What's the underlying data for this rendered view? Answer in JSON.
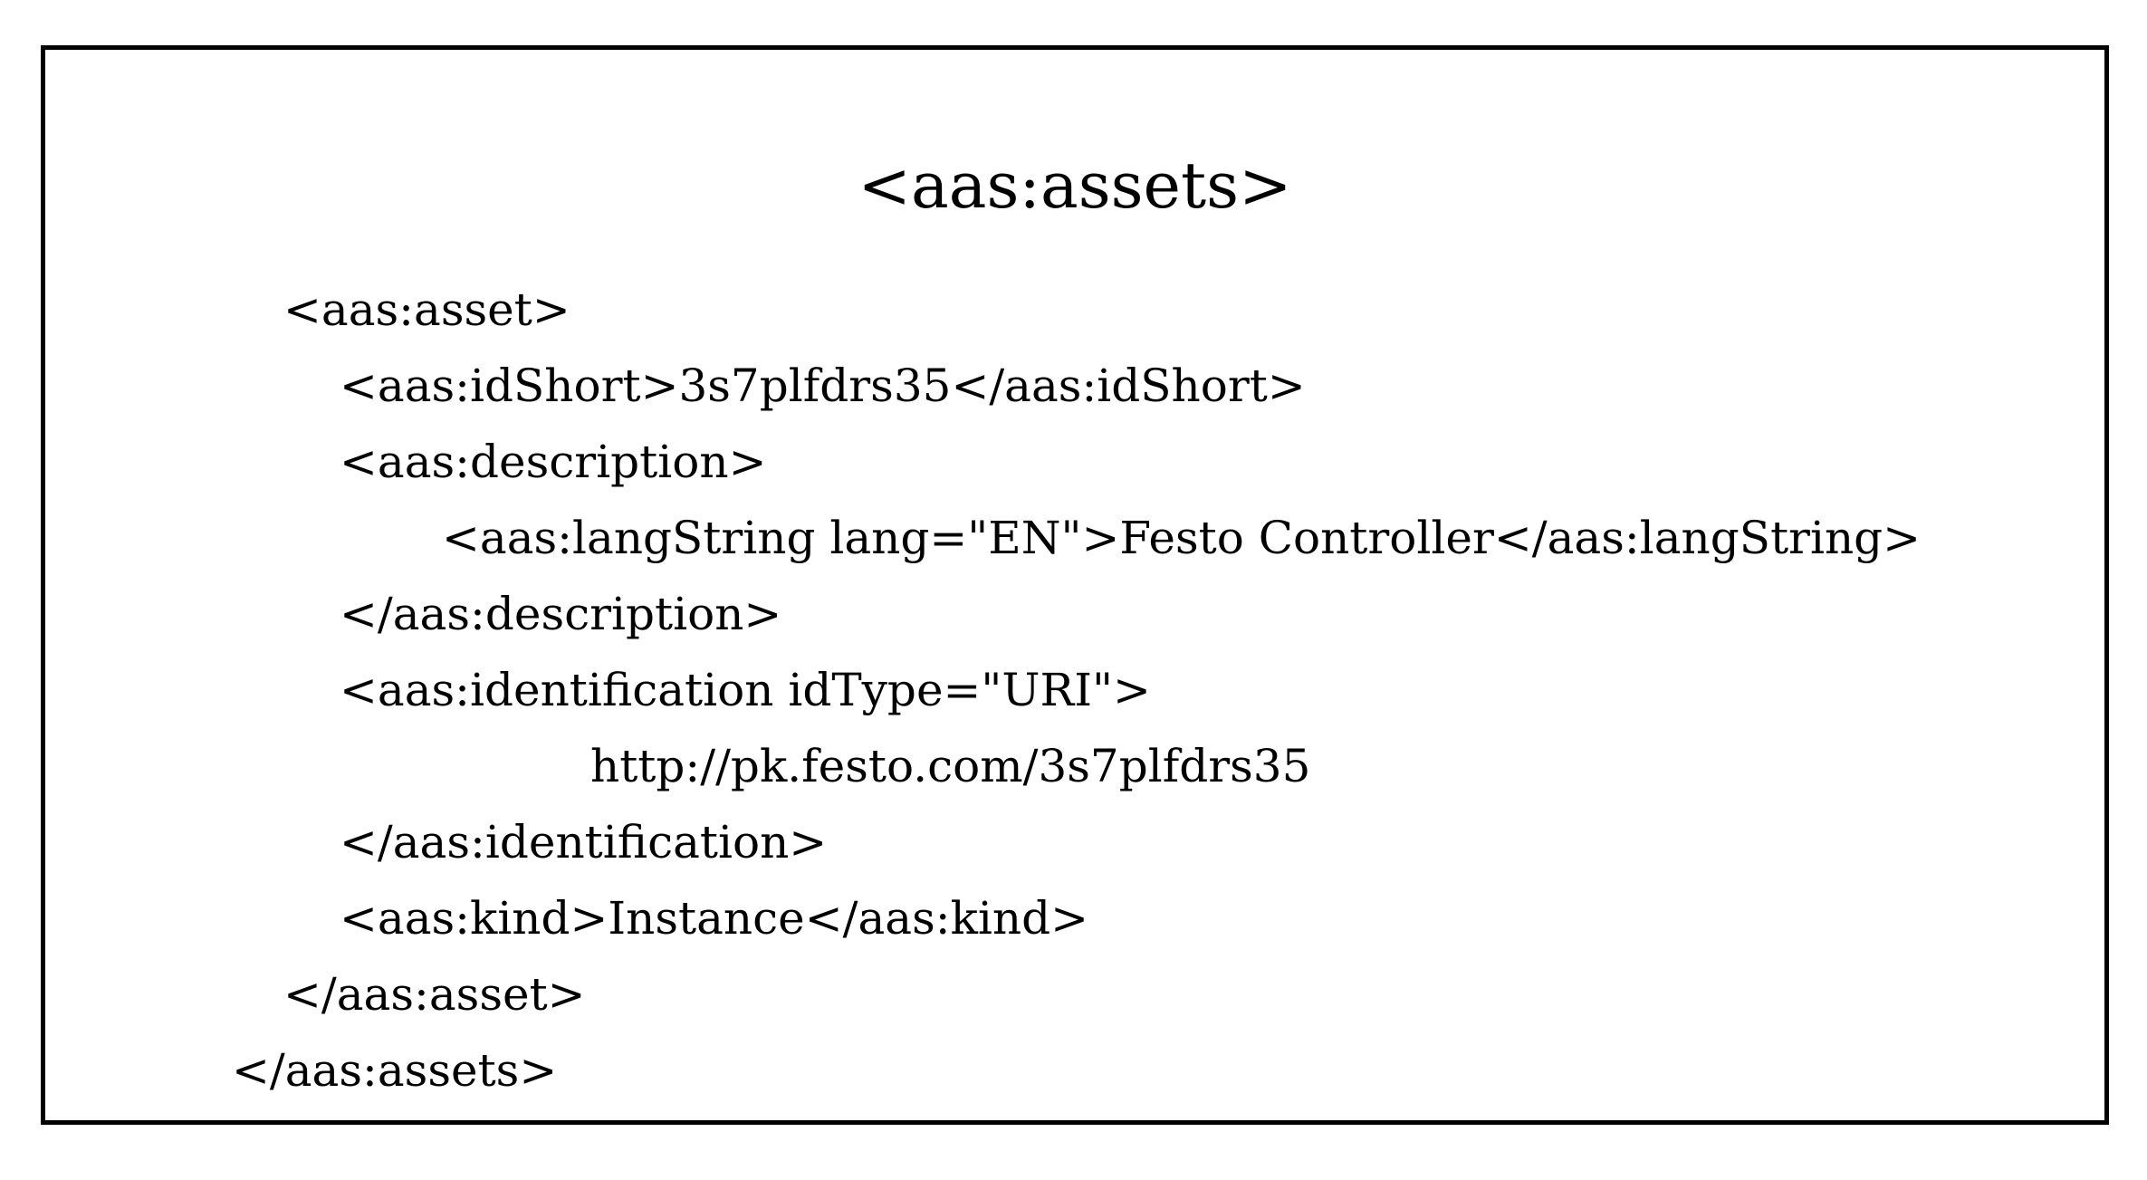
{
  "figure": {
    "title": "<aas:assets>",
    "code_lines": [
      {
        "indent": 1,
        "text": "<aas:asset>"
      },
      {
        "indent": 2,
        "text": "<aas:idShort>3s7plfdrs35</aas:idShort>"
      },
      {
        "indent": 2,
        "text": "<aas:description>"
      },
      {
        "indent": 3,
        "text": "<aas:langString lang=\"EN\">Festo Controller</aas:langString>"
      },
      {
        "indent": 2,
        "text": "</aas:description>"
      },
      {
        "indent": 2,
        "text": "<aas:identification idType=\"URI\">"
      },
      {
        "indent": 4,
        "text": "http://pk.festo.com/3s7plfdrs35"
      },
      {
        "indent": 2,
        "text": "</aas:identification>"
      },
      {
        "indent": 2,
        "text": "<aas:kind>Instance</aas:kind>"
      },
      {
        "indent": 1,
        "text": "</aas:asset>"
      },
      {
        "indent": 0,
        "text": "</aas:assets>"
      }
    ],
    "colors": {
      "text": "#000000",
      "border": "#000000",
      "background": "#ffffff"
    }
  }
}
